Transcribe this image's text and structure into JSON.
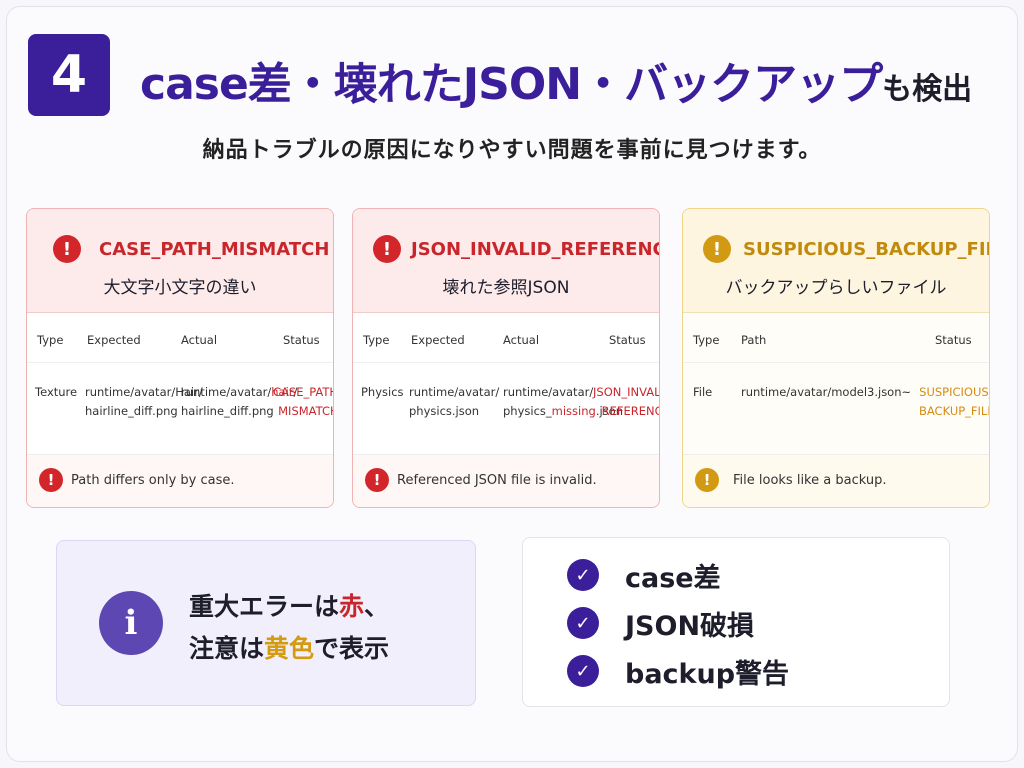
{
  "header": {
    "step": "4",
    "title_main": "case差・壊れたJSON・バックアップ",
    "title_suffix": "も検出",
    "subtitle": "納品トラブルの原因になりやすい問題を事前に見つけます。"
  },
  "cards": [
    {
      "code": "CASE_PATH_MISMATCH",
      "desc": "大文字小文字の違い",
      "headers": [
        "Type",
        "Expected",
        "Actual",
        "Status"
      ],
      "row": {
        "type": "Texture",
        "expected_1": "runtime/avatar/Hair/",
        "expected_2": "hairline_diff.png",
        "actual_1_pre": "runtime/avatar/",
        "actual_1_hl": "hair",
        "actual_1_post": "/",
        "actual_2": "hairline_diff.png",
        "status_1": "CASE_PATH_",
        "status_2": "MISMATCH"
      },
      "footer": "Path differs only by case."
    },
    {
      "code": "JSON_INVALID_REFERENCE",
      "desc": "壊れた参照JSON",
      "headers": [
        "Type",
        "Expected",
        "Actual",
        "Status"
      ],
      "row": {
        "type": "Physics",
        "expected_1": "runtime/avatar/",
        "expected_2": "physics.json",
        "actual_1": "runtime/avatar/",
        "actual_2_pre": "physics_",
        "actual_2_hl": "missing",
        "actual_2_post": ".json",
        "status_1": "JSON_INVALID_",
        "status_2": "REFERENCE"
      },
      "footer": "Referenced JSON file is invalid."
    },
    {
      "code": "SUSPICIOUS_BACKUP_FILE",
      "desc": "バックアップらしいファイル",
      "headers": [
        "Type",
        "Path",
        "Status"
      ],
      "row": {
        "type": "File",
        "path": "runtime/avatar/model3.json~",
        "status_1": "SUSPICIOUS_",
        "status_2": "BACKUP_FILE"
      },
      "footer": "File looks like a backup."
    }
  ],
  "info": {
    "line1_pre": "重大エラーは",
    "line1_red": "赤",
    "line1_post": "、",
    "line2_pre": "注意は",
    "line2_yellow": "黄色",
    "line2_post": "で表示"
  },
  "checklist": [
    "case差",
    "JSON破損",
    "backup警告"
  ],
  "colors": {
    "primary": "#3b1f9a",
    "error": "#c8262b",
    "warning": "#d49b10"
  },
  "icons": {
    "error": "exclamation-circle-icon",
    "warning": "exclamation-circle-icon",
    "info": "info-circle-icon",
    "check": "check-circle-icon"
  }
}
